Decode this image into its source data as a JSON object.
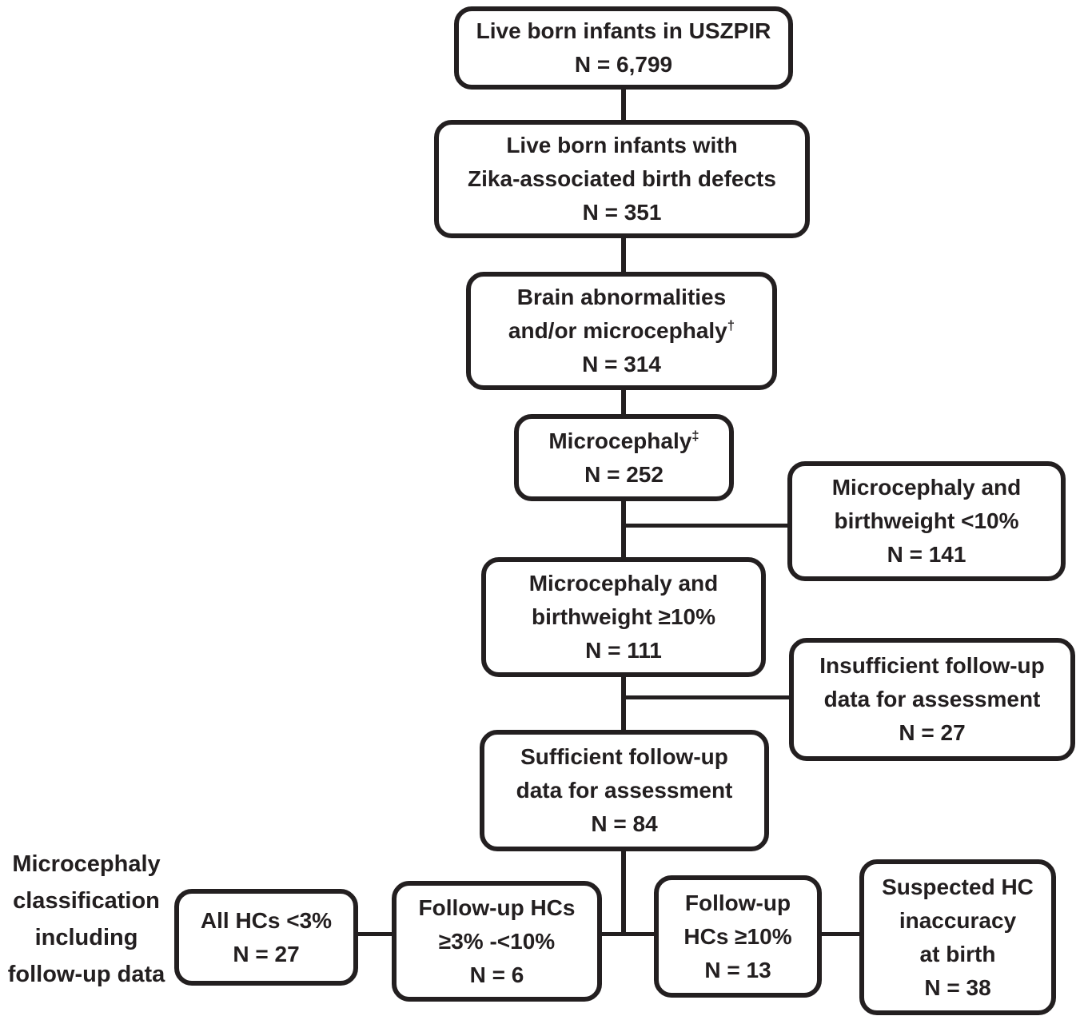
{
  "diagram": {
    "colors": {
      "ink": "#231f20",
      "background": "#ffffff"
    },
    "side_label": {
      "line1": "Microcephaly",
      "line2": "classification",
      "line3": "including",
      "line4": "follow-up data"
    },
    "boxes": {
      "uszpir": {
        "line1": "Live born infants in USZPIR",
        "n": "N = 6,799"
      },
      "zika": {
        "line1": "Live born infants with",
        "line2": "Zika-associated birth defects",
        "n": "N = 351"
      },
      "brain": {
        "line1": "Brain abnormalities",
        "line2": "and/or microcephaly",
        "sup": "†",
        "n": "N = 314"
      },
      "micro": {
        "line1": "Microcephaly",
        "sup": "‡",
        "n": "N = 252"
      },
      "bw_lt10": {
        "line1": "Microcephaly and",
        "line2": "birthweight <10%",
        "n": "N = 141"
      },
      "bw_ge10": {
        "line1": "Microcephaly and",
        "line2": "birthweight ≥10%",
        "n": "N = 111"
      },
      "insuff": {
        "line1": "Insufficient follow-up",
        "line2": "data for assessment",
        "n": "N = 27"
      },
      "suff": {
        "line1": "Sufficient follow-up",
        "line2": "data for assessment",
        "n": "N = 84"
      },
      "all_hcs": {
        "line1": "All HCs <3%",
        "n": "N = 27"
      },
      "fu_3_10": {
        "line1": "Follow-up HCs",
        "line2": "≥3% -<10%",
        "n": "N = 6"
      },
      "fu_ge10": {
        "line1": "Follow-up",
        "line2": "HCs ≥10%",
        "n": "N = 13"
      },
      "suspected": {
        "line1": "Suspected HC",
        "line2": "inaccuracy",
        "line3": "at birth",
        "n": "N = 38"
      }
    }
  }
}
